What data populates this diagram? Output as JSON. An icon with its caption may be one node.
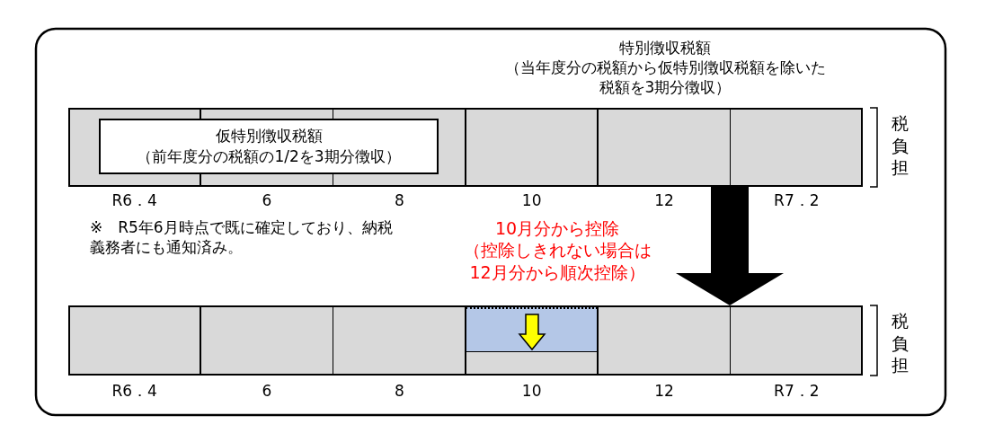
{
  "diagram": {
    "nodes": [
      {
        "text": [],
        "shape": "bar"
      },
      {
        "text": [
          "仮特別徴収税額",
          "（前年度分の税額の1/2を3期分徴収）"
        ],
        "in": 0
      },
      {
        "text": [],
        "shape": "bar"
      },
      {
        "text": [],
        "shape": "box",
        "in": 2
      }
    ],
    "edges": [
      {
        "from": 0,
        "to": 2,
        "arrow": "to"
      }
    ],
    "labels": [
      "特別徴収税額",
      "（当年度分の税額から仮特別徴収税額を除いた税額を3期分徴収）",
      "税負担",
      "R6．4",
      "6",
      "8",
      "10",
      "12",
      "R7．2",
      "※　R5年6月時点で既に確定しており、納税義務者にも通知済み。",
      "10月分から控除",
      "（控除しきれない場合は12月分から順次控除）",
      "税負担",
      "R6．4",
      "6",
      "8",
      "10",
      "12",
      "R7．2"
    ]
  }
}
